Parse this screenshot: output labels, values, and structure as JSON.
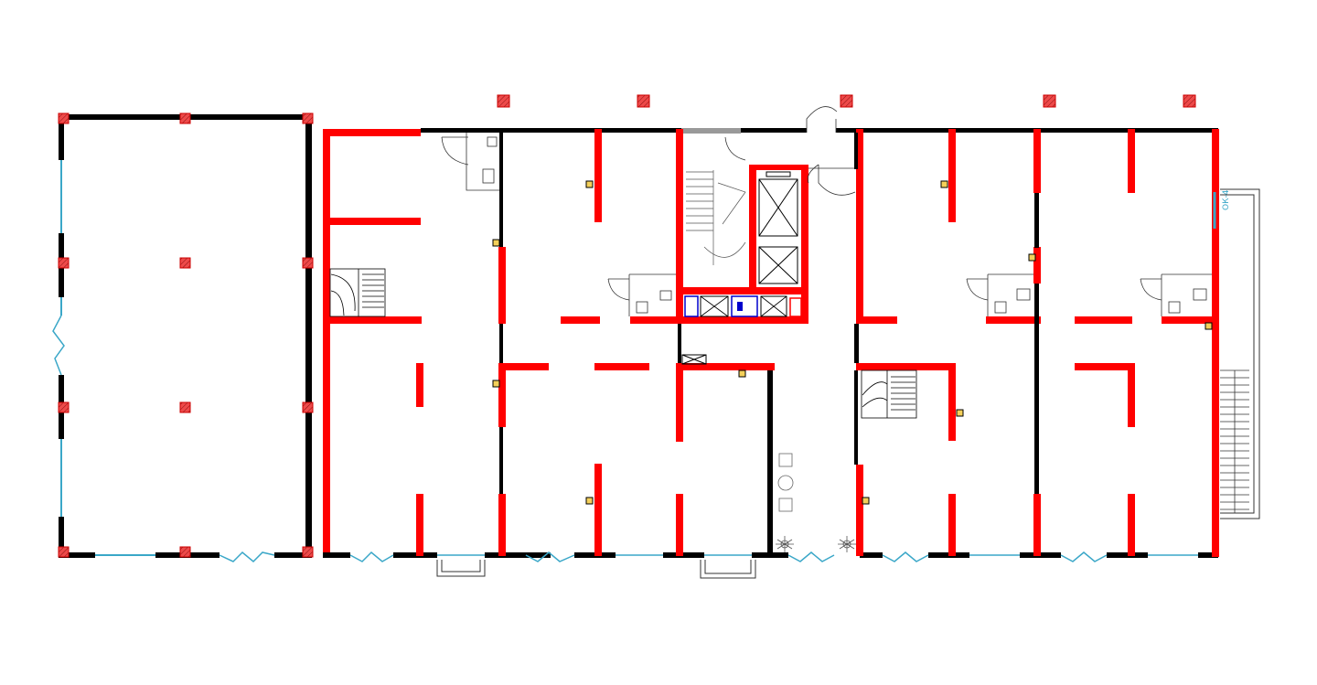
{
  "colors": {
    "background": "#ffffff",
    "outer_wall": "#000000",
    "new_wall": "#ff0000",
    "window": "#3aa7c8",
    "column_fill": "#ee4a4a",
    "fixture_blue": "#0000cc",
    "thin_line": "#555555"
  },
  "labels": {
    "window_tag": "ОК-4"
  },
  "icons": {
    "column": "hatched-square",
    "door": "arc-swing",
    "stair": "stair-lines",
    "elevator": "x-box",
    "toilet": "wc-fixture",
    "plant": "plant-symbol"
  }
}
